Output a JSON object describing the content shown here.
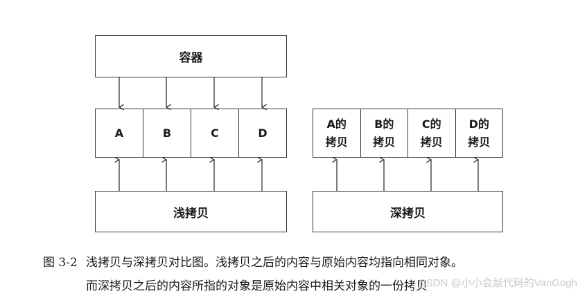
{
  "shallow": {
    "container_label": "容器",
    "elements": [
      "A",
      "B",
      "C",
      "D"
    ],
    "copy_label": "浅拷贝"
  },
  "deep": {
    "elements": [
      "A的\n拷贝",
      "B的\n拷贝",
      "C的\n拷贝",
      "D的\n拷贝"
    ],
    "copy_label": "深拷贝"
  },
  "caption": {
    "figure_number": "图 3-2",
    "line1": "浅拷贝与深拷贝对比图。浅拷贝之后的内容与原始内容均指向相同对象。",
    "line2": "而深拷贝之后的内容所指的对象是原始内容中相关对象的一份拷贝"
  },
  "watermark": "CSDN @小小会敲代码的VanGogh"
}
